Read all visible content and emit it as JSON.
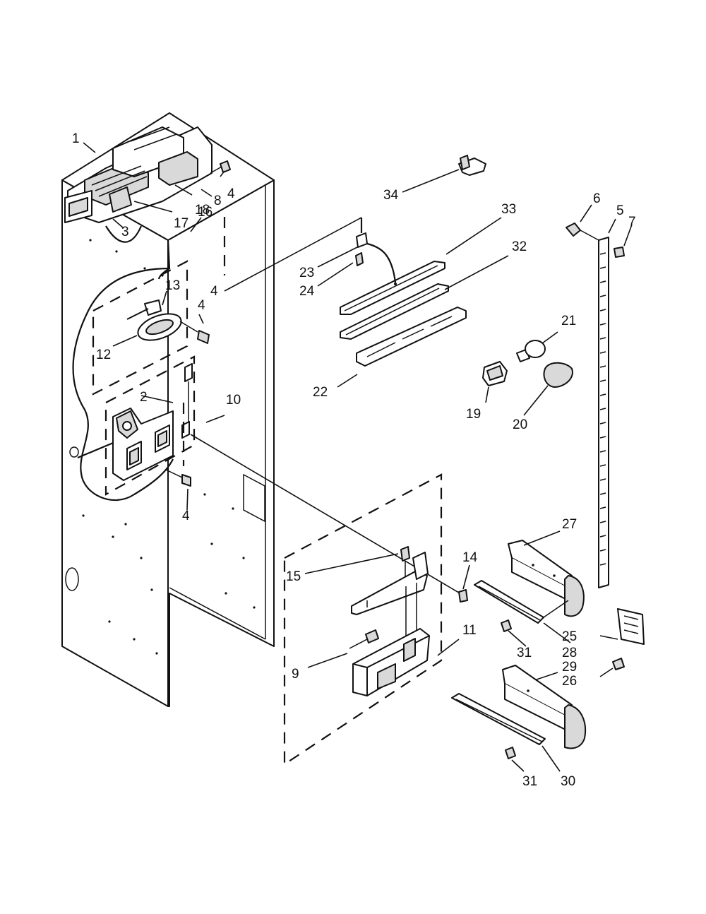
{
  "diagram": {
    "callouts": [
      {
        "id": "c1",
        "text": "1"
      },
      {
        "id": "c2",
        "text": "2"
      },
      {
        "id": "c3",
        "text": "3"
      },
      {
        "id": "c4a",
        "text": "4"
      },
      {
        "id": "c4b",
        "text": "4"
      },
      {
        "id": "c4c",
        "text": "4"
      },
      {
        "id": "c4d",
        "text": "4"
      },
      {
        "id": "c5",
        "text": "5"
      },
      {
        "id": "c6",
        "text": "6"
      },
      {
        "id": "c7",
        "text": "7"
      },
      {
        "id": "c8",
        "text": "8"
      },
      {
        "id": "c9",
        "text": "9"
      },
      {
        "id": "c10",
        "text": "10"
      },
      {
        "id": "c11",
        "text": "11"
      },
      {
        "id": "c12",
        "text": "12"
      },
      {
        "id": "c13",
        "text": "13"
      },
      {
        "id": "c14",
        "text": "14"
      },
      {
        "id": "c15",
        "text": "15"
      },
      {
        "id": "c16",
        "text": "16"
      },
      {
        "id": "c17",
        "text": "17"
      },
      {
        "id": "c18",
        "text": "18"
      },
      {
        "id": "c19",
        "text": "19"
      },
      {
        "id": "c20",
        "text": "20"
      },
      {
        "id": "c21",
        "text": "21"
      },
      {
        "id": "c22",
        "text": "22"
      },
      {
        "id": "c23",
        "text": "23"
      },
      {
        "id": "c24",
        "text": "24"
      },
      {
        "id": "c25",
        "text": "25"
      },
      {
        "id": "c26",
        "text": "26"
      },
      {
        "id": "c27",
        "text": "27"
      },
      {
        "id": "c28",
        "text": "28"
      },
      {
        "id": "c29",
        "text": "29"
      },
      {
        "id": "c30",
        "text": "30"
      },
      {
        "id": "c31a",
        "text": "31"
      },
      {
        "id": "c31b",
        "text": "31"
      },
      {
        "id": "c32",
        "text": "32"
      },
      {
        "id": "c33",
        "text": "33"
      },
      {
        "id": "c34",
        "text": "34"
      }
    ]
  }
}
